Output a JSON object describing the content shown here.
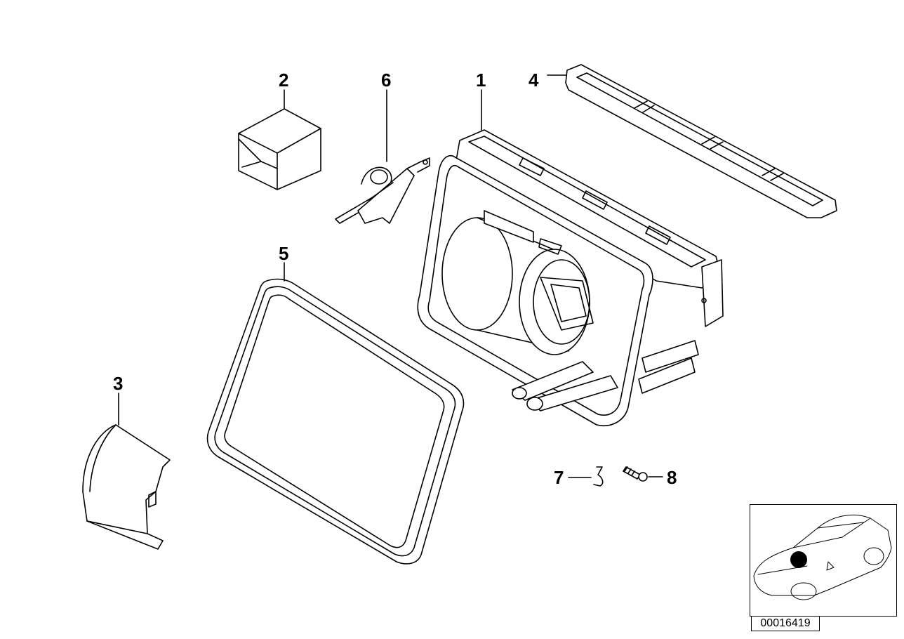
{
  "callouts": {
    "c1": "1",
    "c2": "2",
    "c3": "3",
    "c4": "4",
    "c5": "5",
    "c6": "6",
    "c7": "7",
    "c8": "8"
  },
  "reference_number": "00016419",
  "colors": {
    "line": "#000000",
    "background": "#ffffff",
    "part_fill": "#ffffff",
    "marker": "#000000"
  }
}
